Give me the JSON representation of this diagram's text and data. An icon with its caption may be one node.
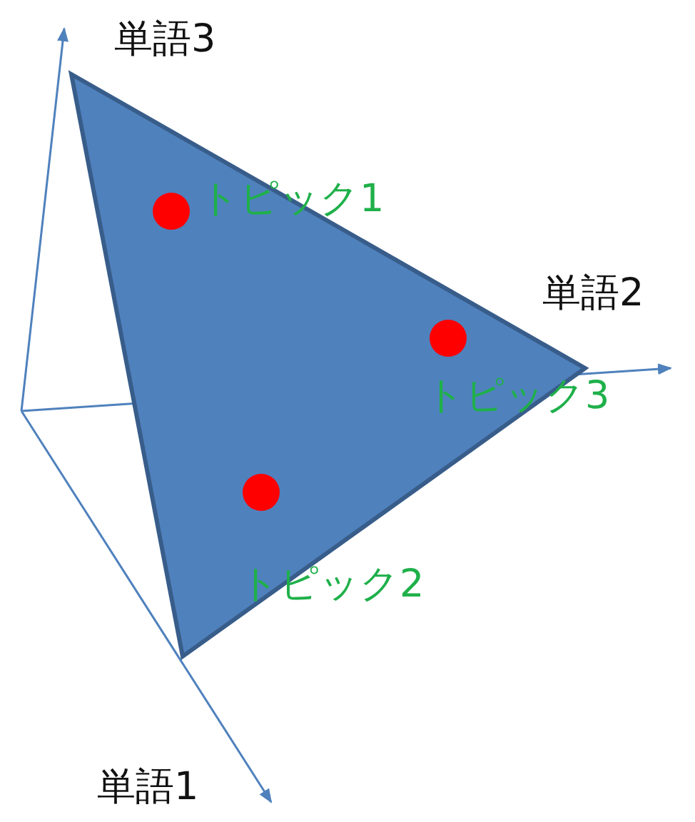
{
  "diagram": {
    "nodes": [
      {
        "text": [],
        "shape": "triangle"
      },
      {
        "text": [],
        "shape": "circle",
        "in": 0,
        "beside": [
          "トピック1"
        ]
      },
      {
        "text": [],
        "shape": "circle",
        "in": 0,
        "beside": [
          "トピック3"
        ]
      },
      {
        "text": [],
        "shape": "circle",
        "in": 0,
        "beside": [
          "トピック2"
        ]
      }
    ],
    "labels": [
      "単語3",
      "単語2",
      "単語1"
    ]
  }
}
